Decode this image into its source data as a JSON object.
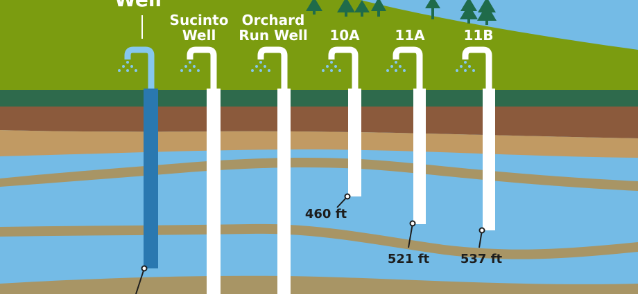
{
  "labels": {
    "first_well_partial": "Well",
    "sucinto_l1": "Sucinto",
    "sucinto_l2": "Well",
    "orchard_l1": "Orchard",
    "orchard_l2": "Run Well",
    "w10a": "10A",
    "w11a": "11A",
    "w11b": "11B"
  },
  "depths": {
    "w10a": "460 ft",
    "w11a": "521 ft",
    "w11b": "537 ft"
  },
  "colors": {
    "sky": "#74bbe6",
    "grass": "#7b9c10",
    "dark_green": "#2e6a4c",
    "soil_brown": "#8b5a3c",
    "soil_tan": "#c19a63",
    "water": "#6fbbe6",
    "water_band": "#a89565",
    "pipe_white": "#ffffff",
    "pipe_blue": "#2a78b0",
    "tap_blue": "#86c7ee",
    "tree": "#1f6b4a",
    "text": "#1d1d1d"
  }
}
